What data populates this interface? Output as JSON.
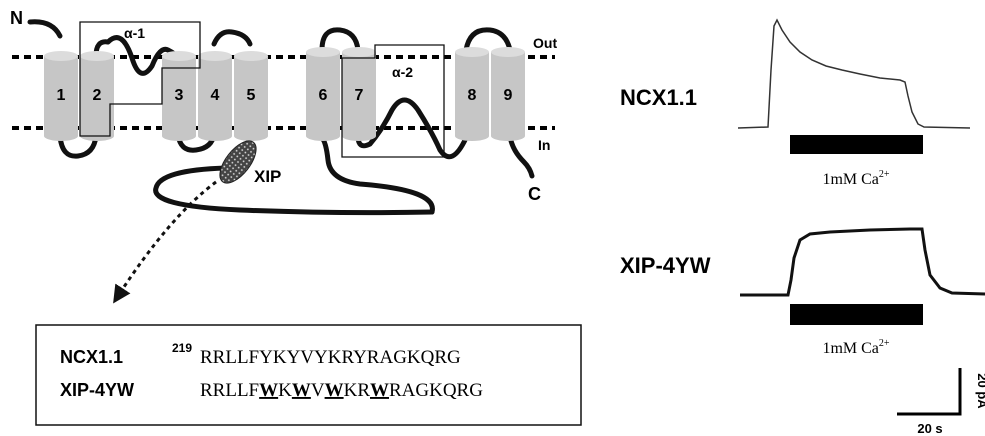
{
  "topology": {
    "n_terminus": "N",
    "c_terminus": "C",
    "side_out": "Out",
    "side_in": "In",
    "helices": [
      "1",
      "2",
      "3",
      "4",
      "5",
      "6",
      "7",
      "8",
      "9"
    ],
    "repeat_alpha1": "α-1",
    "repeat_alpha2": "α-2",
    "xip_label": "XIP"
  },
  "sequence_box": {
    "rows": [
      {
        "name": "NCX1.1",
        "start_residue": "219",
        "segments": [
          {
            "text": "RRLLFYKYVYKRYRAGKQRG",
            "underline": false
          }
        ]
      },
      {
        "name": "XIP-4YW",
        "start_residue": "",
        "segments": [
          {
            "text": "RRLLF",
            "underline": false
          },
          {
            "text": "W",
            "underline": true
          },
          {
            "text": "K",
            "underline": false
          },
          {
            "text": "W",
            "underline": true
          },
          {
            "text": "V",
            "underline": false
          },
          {
            "text": "W",
            "underline": true
          },
          {
            "text": "KR",
            "underline": false
          },
          {
            "text": "W",
            "underline": true
          },
          {
            "text": "RAGKQRG",
            "underline": false
          }
        ]
      }
    ]
  },
  "traces": [
    {
      "label": "NCX1.1",
      "stimulus": "1mM Ca",
      "stimulus_sup": "2+"
    },
    {
      "label": "XIP-4YW",
      "stimulus": "1mM Ca",
      "stimulus_sup": "2+"
    }
  ],
  "scale_bar": {
    "vertical": "20 pA",
    "horizontal": "20 s"
  }
}
